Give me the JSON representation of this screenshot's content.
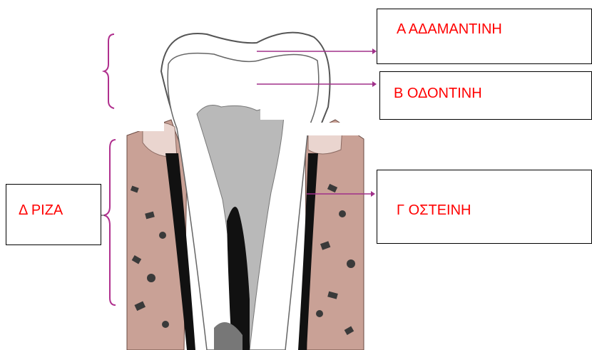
{
  "labels": {
    "a": "Α ΑΔΑΜΑΝΤΙΝΗ",
    "b": "Β ΟΔΟΝΤΙΝΗ",
    "c": "Γ ΟΣΤΕΙΝΗ",
    "d": "Δ ΡΙΖΑ"
  },
  "colors": {
    "label_text": "#ff0000",
    "pointer_line": "#a0308a",
    "bracket": "#b0308e",
    "bone": "#c9a196",
    "enamel_outline": "#555555",
    "pulp": "#b9b9b9",
    "dark_tissue": "#111111"
  }
}
